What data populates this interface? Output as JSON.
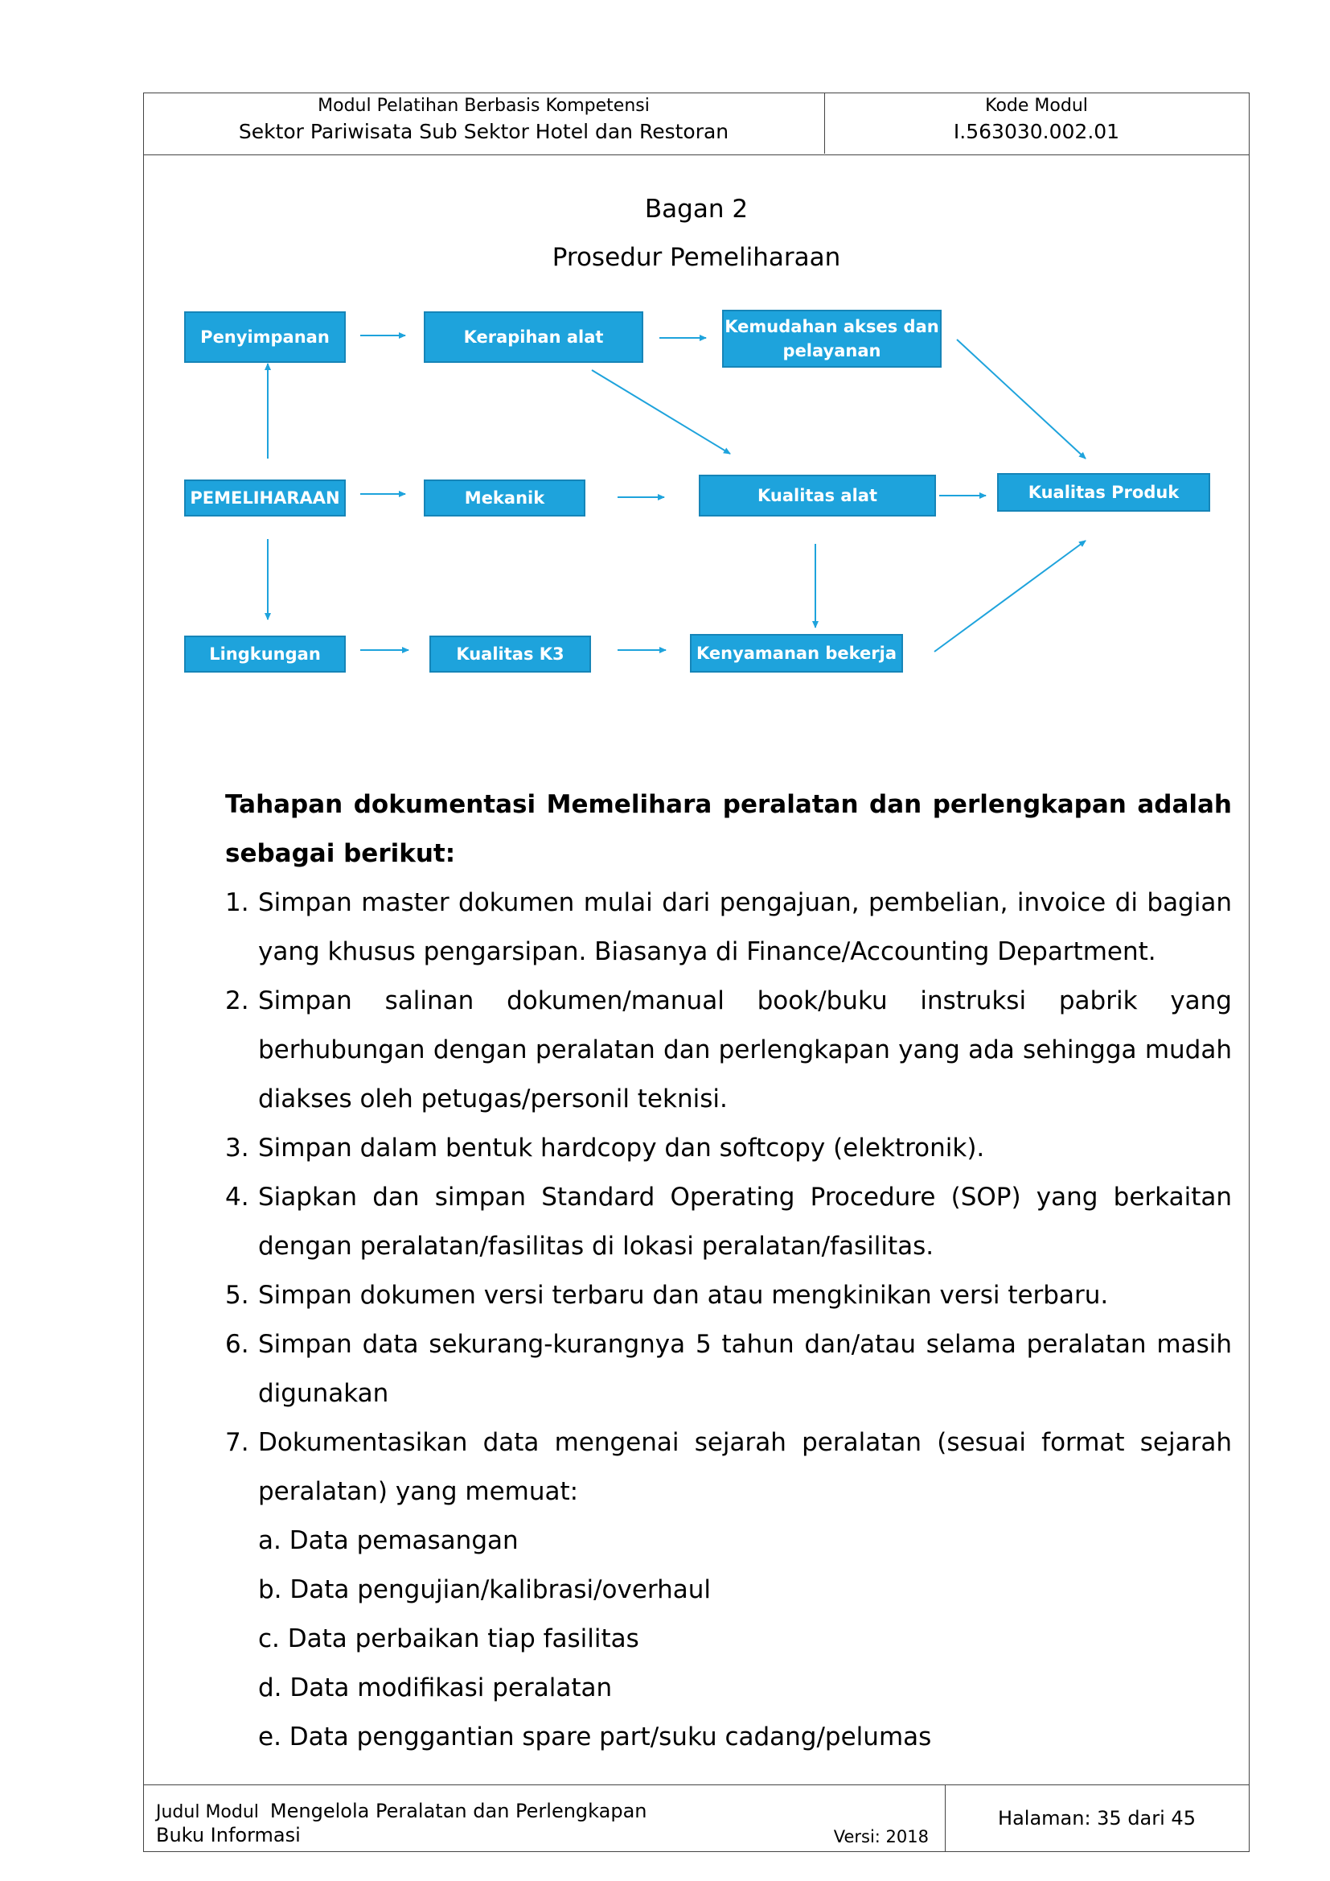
{
  "header": {
    "left_line1": "Modul Pelatihan Berbasis Kompetensi",
    "left_line2": "Sektor Pariwisata Sub Sektor Hotel dan Restoran",
    "right_line1": "Kode Modul",
    "right_line2": "I.563030.002.01"
  },
  "figure": {
    "label": "Bagan 2",
    "title": "Prosedur Pemeliharaan"
  },
  "diagram": {
    "colors": {
      "box_fill": "#1ea3dc",
      "box_border": "#1685b8",
      "arrow": "#1ea3dc"
    },
    "nodes": {
      "penyimpanan": "Penyimpanan",
      "kerapihan": "Kerapihan alat",
      "kemudahan_1": "Kemudahan akses dan",
      "kemudahan_2": "pelayanan",
      "pemeliharaan": "PEMELIHARAAN",
      "mekanik": "Mekanik",
      "kualitas_alat": "Kualitas alat",
      "kualitas_produk": "Kualitas Produk",
      "lingkungan": "Lingkungan",
      "kualitas_k3": "Kualitas K3",
      "kenyamanan": "Kenyamanan bekerja"
    }
  },
  "content": {
    "intro": "Tahapan dokumentasi Memelihara peralatan dan perlengkapan adalah sebagai berikut:",
    "steps": [
      {
        "num": "1.",
        "text": "Simpan master dokumen mulai dari pengajuan, pembelian, invoice di bagian yang khusus pengarsipan. Biasanya di Finance/Accounting Department."
      },
      {
        "num": "2.",
        "text": "Simpan salinan dokumen/manual book/buku instruksi pabrik yang berhubungan dengan peralatan dan perlengkapan yang ada sehingga mudah diakses oleh petugas/personil teknisi."
      },
      {
        "num": "3.",
        "text": "Simpan dalam bentuk hardcopy dan softcopy (elektronik)."
      },
      {
        "num": "4.",
        "text": "Siapkan dan simpan Standard Operating Procedure (SOP) yang berkaitan dengan peralatan/fasilitas di lokasi peralatan/fasilitas."
      },
      {
        "num": "5.",
        "text": "Simpan dokumen versi terbaru dan atau mengkinikan versi terbaru."
      },
      {
        "num": "6.",
        "text": "Simpan data sekurang-kurangnya 5 tahun dan/atau selama peralatan masih digunakan"
      },
      {
        "num": "7.",
        "text": "Dokumentasikan data mengenai sejarah peralatan (sesuai format sejarah peralatan) yang memuat:"
      }
    ],
    "subitems": [
      "a. Data pemasangan",
      "b. Data pengujian/kalibrasi/overhaul",
      "c. Data perbaikan tiap fasilitas",
      "d. Data modifikasi peralatan",
      "e. Data penggantian spare part/suku cadang/pelumas"
    ]
  },
  "footer": {
    "judul_label": "Judul Modul",
    "judul_value": "Mengelola Peralatan dan Perlengkapan",
    "buku": "Buku Informasi",
    "versi": "Versi: 2018",
    "halaman": "Halaman: 35 dari 45"
  }
}
